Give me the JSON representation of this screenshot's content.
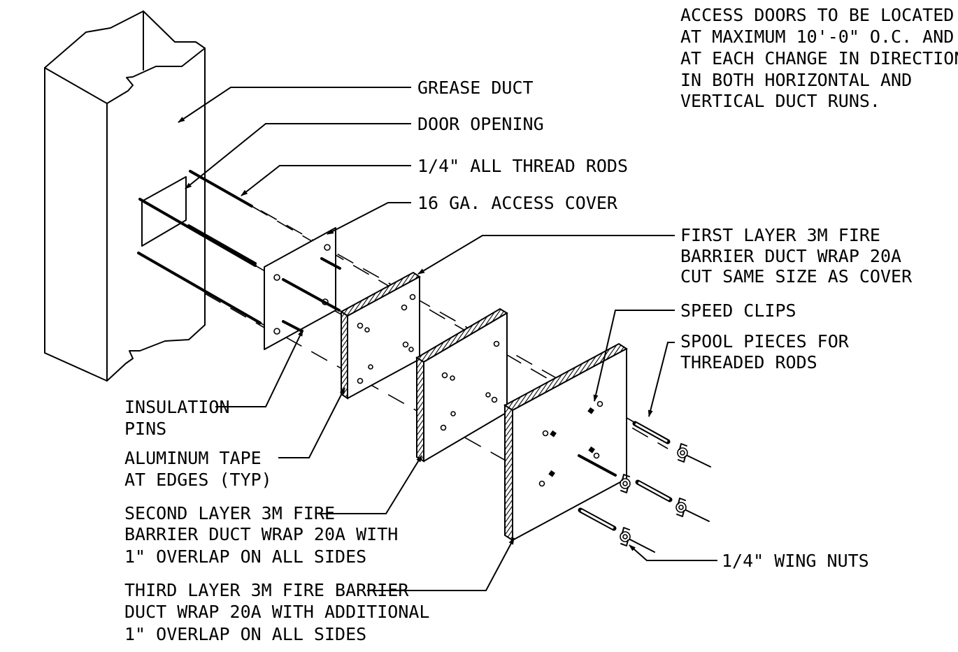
{
  "note_lines": [
    "ACCESS DOORS TO BE LOCATED",
    "AT MAXIMUM 10'-0\" O.C. AND",
    "AT EACH CHANGE IN DIRECTION",
    "IN BOTH HORIZONTAL AND",
    "VERTICAL DUCT RUNS."
  ],
  "labels": {
    "grease_duct": "GREASE DUCT",
    "door_opening": "DOOR OPENING",
    "thread_rods": "1/4\" ALL THREAD RODS",
    "access_cover": "16 GA. ACCESS COVER",
    "first_layer": [
      "FIRST LAYER 3M FIRE",
      "BARRIER DUCT WRAP 20A",
      "CUT SAME SIZE AS COVER"
    ],
    "speed_clips": "SPEED CLIPS",
    "spool_pieces": [
      "SPOOL PIECES FOR",
      "THREADED RODS"
    ],
    "insulation_pins": [
      "INSULATION",
      "PINS"
    ],
    "aluminum_tape": [
      "ALUMINUM TAPE",
      "AT EDGES (TYP)"
    ],
    "second_layer": [
      "SECOND LAYER 3M FIRE",
      "BARRIER DUCT WRAP 20A WITH",
      "1\" OVERLAP ON ALL SIDES"
    ],
    "third_layer": [
      "THIRD LAYER 3M FIRE BARRIER",
      "DUCT WRAP 20A WITH ADDITIONAL",
      "1\" OVERLAP ON ALL SIDES"
    ],
    "wing_nuts": "1/4\" WING NUTS"
  }
}
